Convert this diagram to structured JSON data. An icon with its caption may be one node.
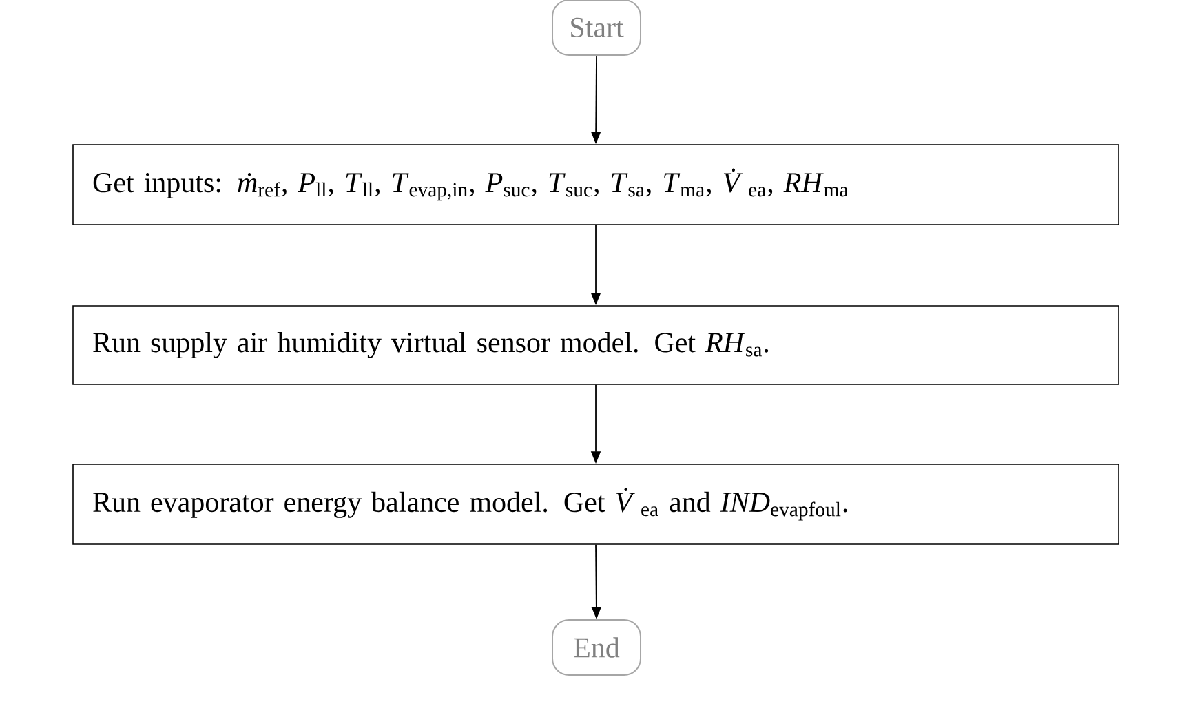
{
  "diagram": {
    "nodes": [
      {
        "text": [
          "Start"
        ]
      },
      {
        "text": [
          "Get inputs: *ṁ*$_{ref}$, *P*$_{ll}$, *T*$_{ll}$, *T*$_{evap,in}$, *P*$_{suc}$, *T*$_{suc}$, *T*$_{sa}$, *T*$_{ma}$, *V̇*$_{ea}$, *RH*$_{ma}$"
        ]
      },
      {
        "text": [
          "Run supply air humidity virtual sensor model. Get *RH*$_{sa}$."
        ]
      },
      {
        "text": [
          "Run evaporator energy balance model. Get *V̇*$_{ea}$ and *IND*$_{evapfoul}$."
        ]
      },
      {
        "text": [
          "End"
        ]
      }
    ],
    "edges": [
      {
        "from": 0,
        "to": 1,
        "arrow": "to"
      },
      {
        "from": 1,
        "to": 2,
        "arrow": "to"
      },
      {
        "from": 2,
        "to": 3,
        "arrow": "to"
      },
      {
        "from": 3,
        "to": 4,
        "arrow": "to"
      }
    ]
  }
}
